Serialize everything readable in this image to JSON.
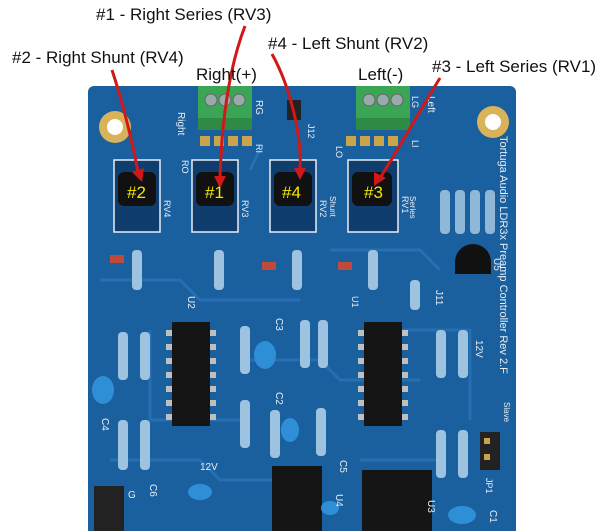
{
  "callouts": {
    "rv3": "#1 - Right Series (RV3)",
    "rv4": "#2 - Right Shunt (RV4)",
    "rv2": "#4 - Left Shunt (RV2)",
    "rv1": "#3 - Left Series (RV1)"
  },
  "connectors": {
    "right": "Right(+)",
    "left": "Left(-)"
  },
  "ldr_numbers": [
    "#2",
    "#1",
    "#4",
    "#3"
  ],
  "board": {
    "silkscreen_title": "Tortuga Audio LDR3x Preamp Controller Rev 2.F",
    "labels": [
      "Right",
      "RG",
      "RO",
      "RI",
      "J12",
      "LO",
      "LI",
      "LG",
      "Left",
      "RV4",
      "RV3",
      "RV2",
      "RV1",
      "Shunt",
      "Series",
      "U2",
      "U5",
      "J11",
      "U1",
      "C3",
      "C2",
      "C4",
      "C5",
      "C6",
      "C1",
      "12V",
      "Slave",
      "JP1",
      "U3",
      "U4",
      "G"
    ]
  },
  "colors": {
    "pcb": "#1a5f9e",
    "pcb_dark": "#154d82",
    "arrow": "#d01818",
    "ldr_text": "#f2e600",
    "terminal": "#3aa655"
  }
}
